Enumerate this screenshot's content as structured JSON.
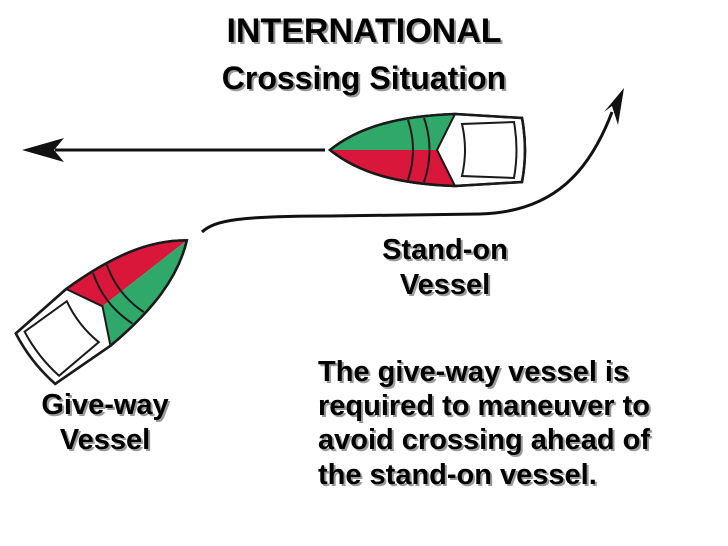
{
  "title": {
    "line1": "INTERNATIONAL",
    "line2": "Crossing Situation"
  },
  "labels": {
    "stand_on_line1": "Stand-on",
    "stand_on_line2": "Vessel",
    "give_way_line1": "Give-way",
    "give_way_line2": "Vessel"
  },
  "note": {
    "line1": "The give-way vessel is",
    "line2": "required to maneuver to",
    "line3": "avoid crossing ahead of",
    "line4": "the stand-on vessel."
  },
  "colors": {
    "starboard_green": "#2fa86a",
    "port_red": "#d9173b",
    "hull_outline": "#1a1a1a",
    "text_shadow": "#9a9a9a"
  }
}
